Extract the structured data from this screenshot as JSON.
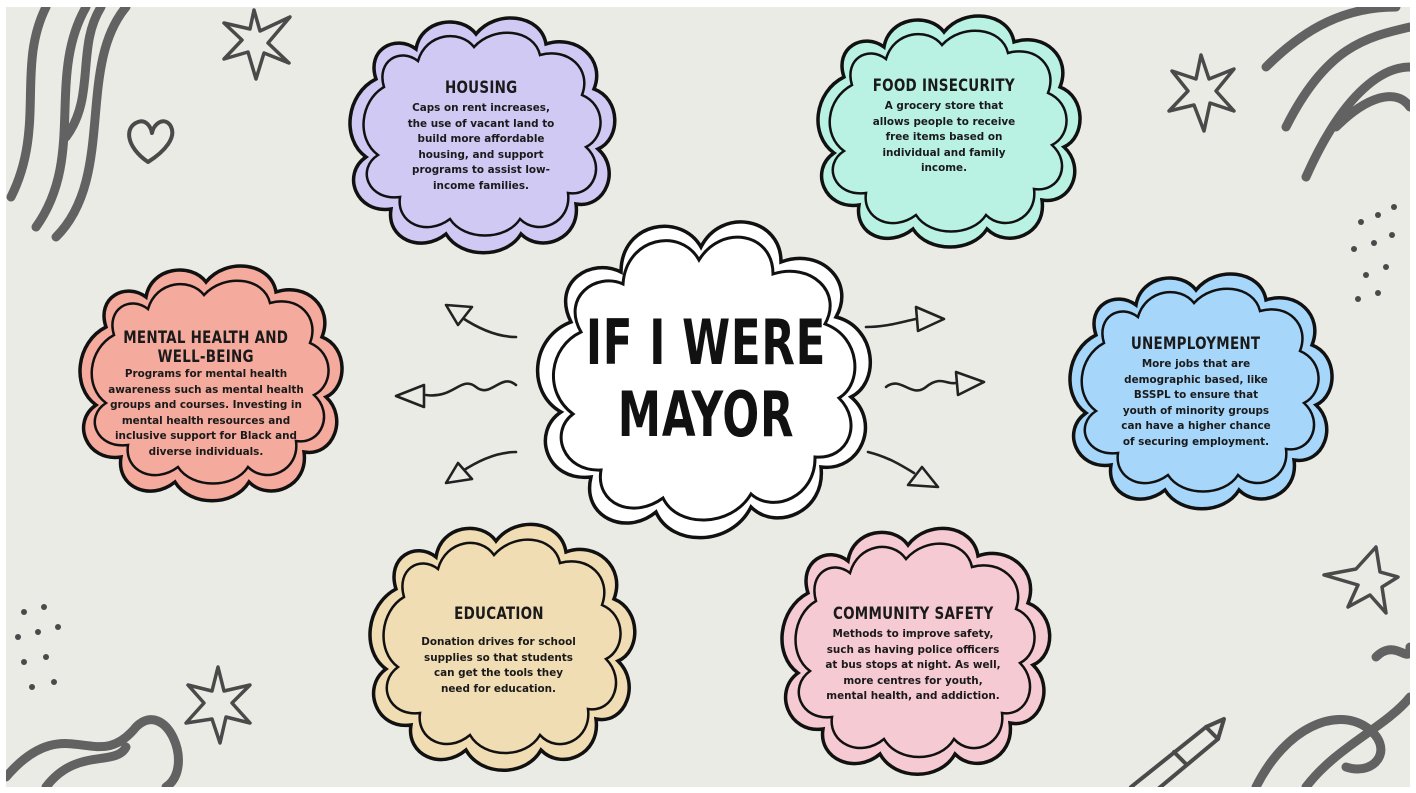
{
  "main_title": {
    "line1": "IF I WERE",
    "line2": "MAYOR"
  },
  "cards": {
    "housing": {
      "title": "HOUSING",
      "lines": [
        "Caps on rent increases,",
        "the use of vacant land to",
        "build more affordable",
        "housing, and support",
        "programs to assist low-",
        "income families."
      ],
      "fill": "#d0c9f4"
    },
    "food": {
      "title": "FOOD INSECURITY",
      "lines": [
        "A  grocery store that",
        "allows people to receive",
        "free items based on",
        "individual and family",
        "income."
      ],
      "fill": "#b9f2e3"
    },
    "mental": {
      "title_lines": [
        "MENTAL HEALTH AND",
        "WELL-BEING"
      ],
      "lines": [
        "Programs for mental health",
        "awareness such as mental health",
        "groups and courses. Investing in",
        "mental health resources and",
        "inclusive support for Black and",
        "diverse individuals."
      ],
      "fill": "#f4aa9d"
    },
    "unemployment": {
      "title": "UNEMPLOYMENT",
      "lines": [
        "More jobs that are",
        "demographic based, like",
        "BSSPL to ensure that",
        "youth of minority groups",
        "can have a higher chance",
        "of securing employment."
      ],
      "fill": "#a7d6fb"
    },
    "education": {
      "title": "EDUCATION",
      "lines": [
        "Donation drives for school",
        "supplies so that students",
        "can get the tools they",
        "need for education."
      ],
      "fill": "#f1ddb4"
    },
    "safety": {
      "title": "COMMUNITY SAFETY",
      "lines": [
        "Methods to improve safety,",
        "such as having police officers",
        "at bus stops at night. As well,",
        "more centres for youth,",
        "mental health, and addiction."
      ],
      "fill": "#f5cad3"
    }
  },
  "colors": {
    "background": "#ebebe6",
    "ink": "#1a1a1a",
    "doodle": "#4a4a4a"
  }
}
